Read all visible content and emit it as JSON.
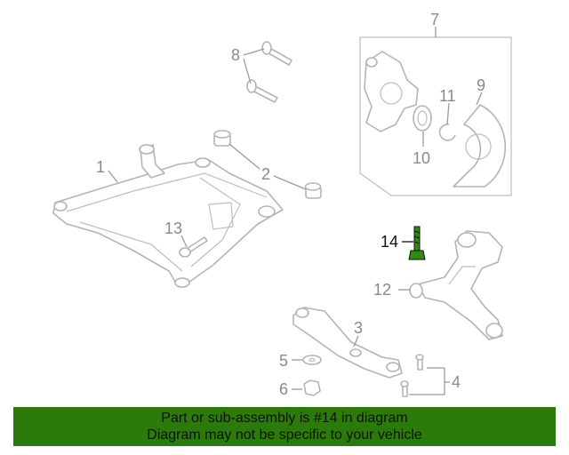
{
  "callouts": {
    "c1": "1",
    "c2": "2",
    "c3": "3",
    "c4": "4",
    "c5": "5",
    "c6": "6",
    "c7": "7",
    "c8": "8",
    "c9": "9",
    "c10": "10",
    "c11": "11",
    "c12": "12",
    "c13": "13",
    "c14": "14"
  },
  "highlight": {
    "part_number": "14",
    "color": "#2b7a0b"
  },
  "banner": {
    "line1": "Part or sub-assembly is #14 in diagram",
    "line2": "Diagram may not be specific to your vehicle",
    "background": "#2b7a0b"
  }
}
